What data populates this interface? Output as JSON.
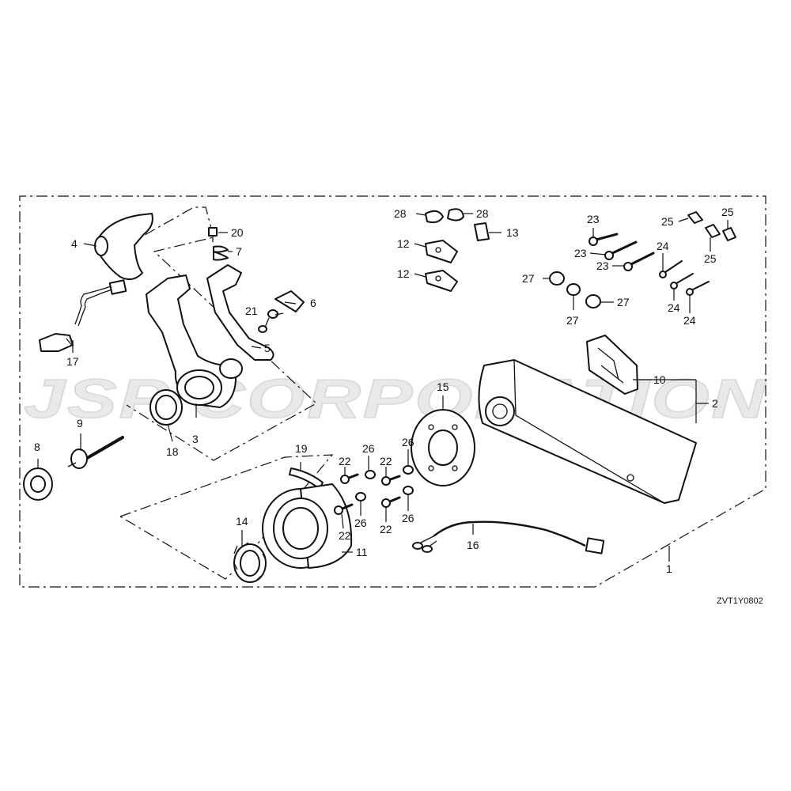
{
  "diagram": {
    "code": "ZVT1Y0802",
    "watermark": "JSP CORPORATION",
    "callouts": [
      {
        "id": "c1",
        "label": "1"
      },
      {
        "id": "c2",
        "label": "2"
      },
      {
        "id": "c3",
        "label": "3"
      },
      {
        "id": "c4",
        "label": "4"
      },
      {
        "id": "c5",
        "label": "5"
      },
      {
        "id": "c6",
        "label": "6"
      },
      {
        "id": "c7",
        "label": "7"
      },
      {
        "id": "c8",
        "label": "8"
      },
      {
        "id": "c9",
        "label": "9"
      },
      {
        "id": "c10",
        "label": "10"
      },
      {
        "id": "c11",
        "label": "11"
      },
      {
        "id": "c12a",
        "label": "12"
      },
      {
        "id": "c12b",
        "label": "12"
      },
      {
        "id": "c13",
        "label": "13"
      },
      {
        "id": "c14",
        "label": "14"
      },
      {
        "id": "c15",
        "label": "15"
      },
      {
        "id": "c16",
        "label": "16"
      },
      {
        "id": "c17",
        "label": "17"
      },
      {
        "id": "c18",
        "label": "18"
      },
      {
        "id": "c19",
        "label": "19"
      },
      {
        "id": "c20",
        "label": "20"
      },
      {
        "id": "c21",
        "label": "21"
      },
      {
        "id": "c22a",
        "label": "22"
      },
      {
        "id": "c22b",
        "label": "22"
      },
      {
        "id": "c22c",
        "label": "22"
      },
      {
        "id": "c22d",
        "label": "22"
      },
      {
        "id": "c23a",
        "label": "23"
      },
      {
        "id": "c23b",
        "label": "23"
      },
      {
        "id": "c23c",
        "label": "23"
      },
      {
        "id": "c24a",
        "label": "24"
      },
      {
        "id": "c24b",
        "label": "24"
      },
      {
        "id": "c24c",
        "label": "24"
      },
      {
        "id": "c25a",
        "label": "25"
      },
      {
        "id": "c25b",
        "label": "25"
      },
      {
        "id": "c25c",
        "label": "25"
      },
      {
        "id": "c26a",
        "label": "26"
      },
      {
        "id": "c26b",
        "label": "26"
      },
      {
        "id": "c26c",
        "label": "26"
      },
      {
        "id": "c26d",
        "label": "26"
      },
      {
        "id": "c27a",
        "label": "27"
      },
      {
        "id": "c27b",
        "label": "27"
      },
      {
        "id": "c27c",
        "label": "27"
      },
      {
        "id": "c28a",
        "label": "28"
      },
      {
        "id": "c28b",
        "label": "28"
      }
    ]
  }
}
